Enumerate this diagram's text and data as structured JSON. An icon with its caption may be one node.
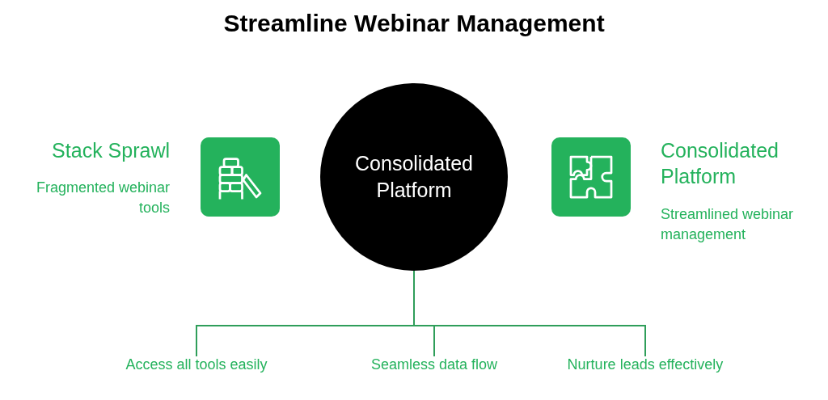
{
  "diagram": {
    "title": "Streamline Webinar Management",
    "nodes": [
      {
        "text": [
          "Consolidated Platform"
        ]
      },
      {
        "text": [],
        "shape": "box",
        "beside": [
          "Stack Sprawl",
          "Fragmented webinar tools"
        ]
      },
      {
        "text": [],
        "shape": "box",
        "beside": [
          "Consolidated Platform",
          "Streamlined webinar management"
        ]
      },
      {
        "text": [
          "Access all tools easily"
        ]
      },
      {
        "text": [
          "Seamless data flow"
        ]
      },
      {
        "text": [
          "Nurture leads effectively"
        ]
      }
    ],
    "edges": [
      {
        "from": 0,
        "to": 3,
        "arrow": "none"
      },
      {
        "from": 0,
        "to": 4,
        "arrow": "none"
      },
      {
        "from": 0,
        "to": 5,
        "arrow": "none"
      }
    ]
  }
}
